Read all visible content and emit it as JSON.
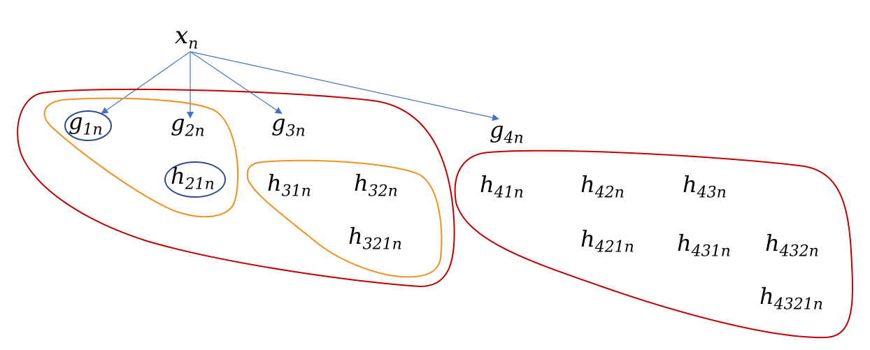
{
  "colors": {
    "arrow": "#4472C4",
    "outer_group": "#C00000",
    "middle_group": "#F0901E",
    "inner_group": "#2F4B8C",
    "text": "#000000"
  },
  "source": {
    "base": "x",
    "sub": "n"
  },
  "g_nodes": [
    {
      "base": "g",
      "sub": "1n"
    },
    {
      "base": "g",
      "sub": "2n"
    },
    {
      "base": "g",
      "sub": "3n"
    },
    {
      "base": "g",
      "sub": "4n"
    }
  ],
  "h_nodes": [
    {
      "base": "h",
      "sub": "21n"
    },
    {
      "base": "h",
      "sub": "31n"
    },
    {
      "base": "h",
      "sub": "32n"
    },
    {
      "base": "h",
      "sub": "321n"
    },
    {
      "base": "h",
      "sub": "41n"
    },
    {
      "base": "h",
      "sub": "42n"
    },
    {
      "base": "h",
      "sub": "43n"
    },
    {
      "base": "h",
      "sub": "421n"
    },
    {
      "base": "h",
      "sub": "431n"
    },
    {
      "base": "h",
      "sub": "432n"
    },
    {
      "base": "h",
      "sub": "4321n"
    }
  ]
}
